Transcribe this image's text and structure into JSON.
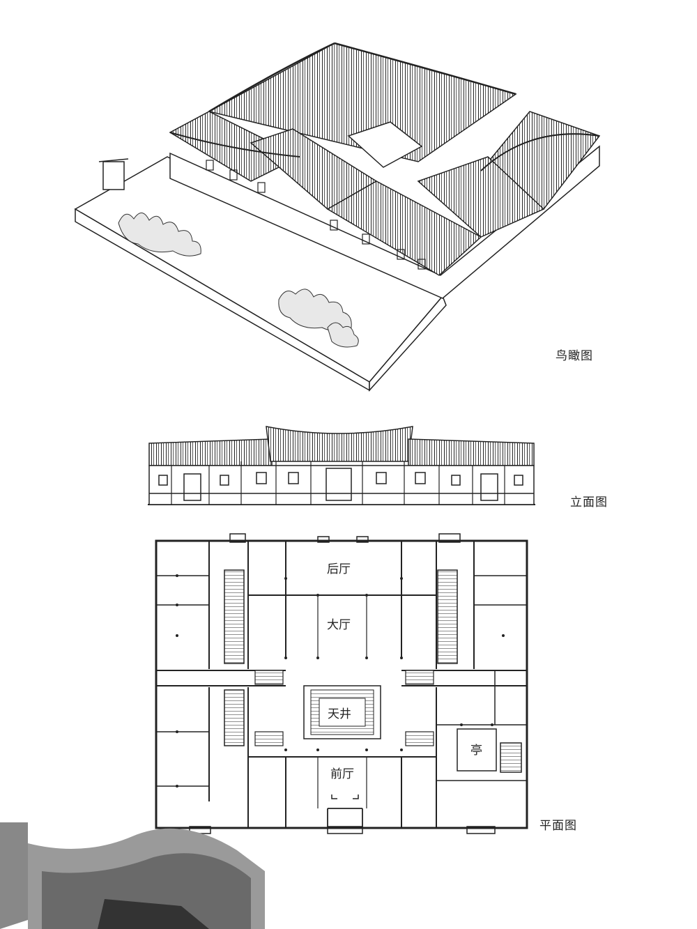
{
  "captions": {
    "aerial": "鸟瞰图",
    "elevation": "立面图",
    "plan": "平面图"
  },
  "plan_labels": {
    "back_hall": "后厅",
    "main_hall": "大厅",
    "courtyard": "天井",
    "front_hall": "前厅",
    "pavilion": "亭"
  }
}
